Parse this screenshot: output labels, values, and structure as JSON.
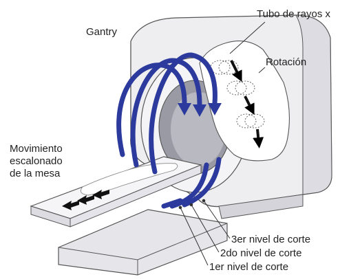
{
  "labels": {
    "gantry": "Gantry",
    "xray_tube": "Tubo de rayos x",
    "rotation": "Rotación",
    "table_movement": [
      "Movimiento",
      "escalonado",
      "de la mesa"
    ],
    "slice_levels": [
      "3er nivel de corte",
      "2do nivel de corte",
      "1er nivel de corte"
    ]
  },
  "colors": {
    "arrow_blue": "#2b3a9c",
    "body_fill": "#ececef",
    "line": "#444444"
  }
}
